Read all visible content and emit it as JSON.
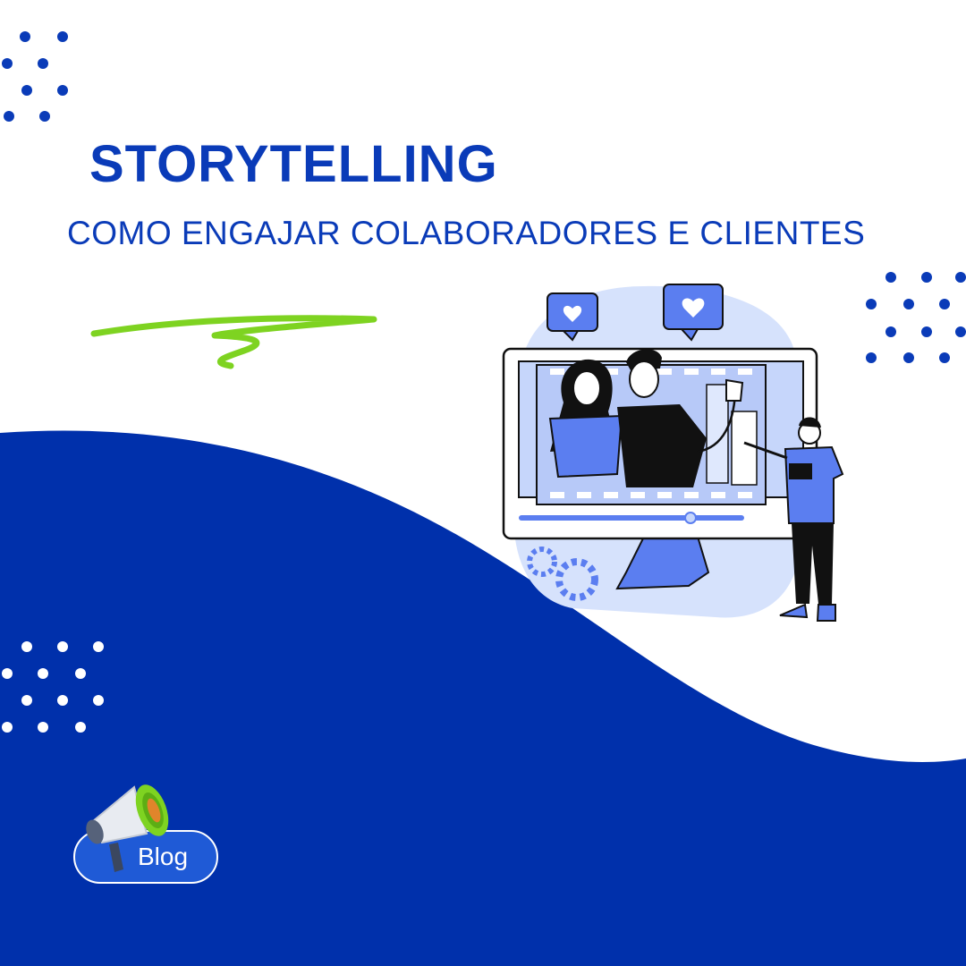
{
  "heading": {
    "title": "STORYTELLING",
    "subtitle": "COMO ENGAJAR COLABORADORES E CLIENTES"
  },
  "badge": {
    "label": "Blog",
    "icon": "megaphone-icon"
  },
  "colors": {
    "brand_blue": "#0030ab",
    "light_blue": "#5b7ef0",
    "pale_blue": "#c6d6fb",
    "accent_green": "#7ed321",
    "white": "#ffffff",
    "ink": "#111111"
  }
}
